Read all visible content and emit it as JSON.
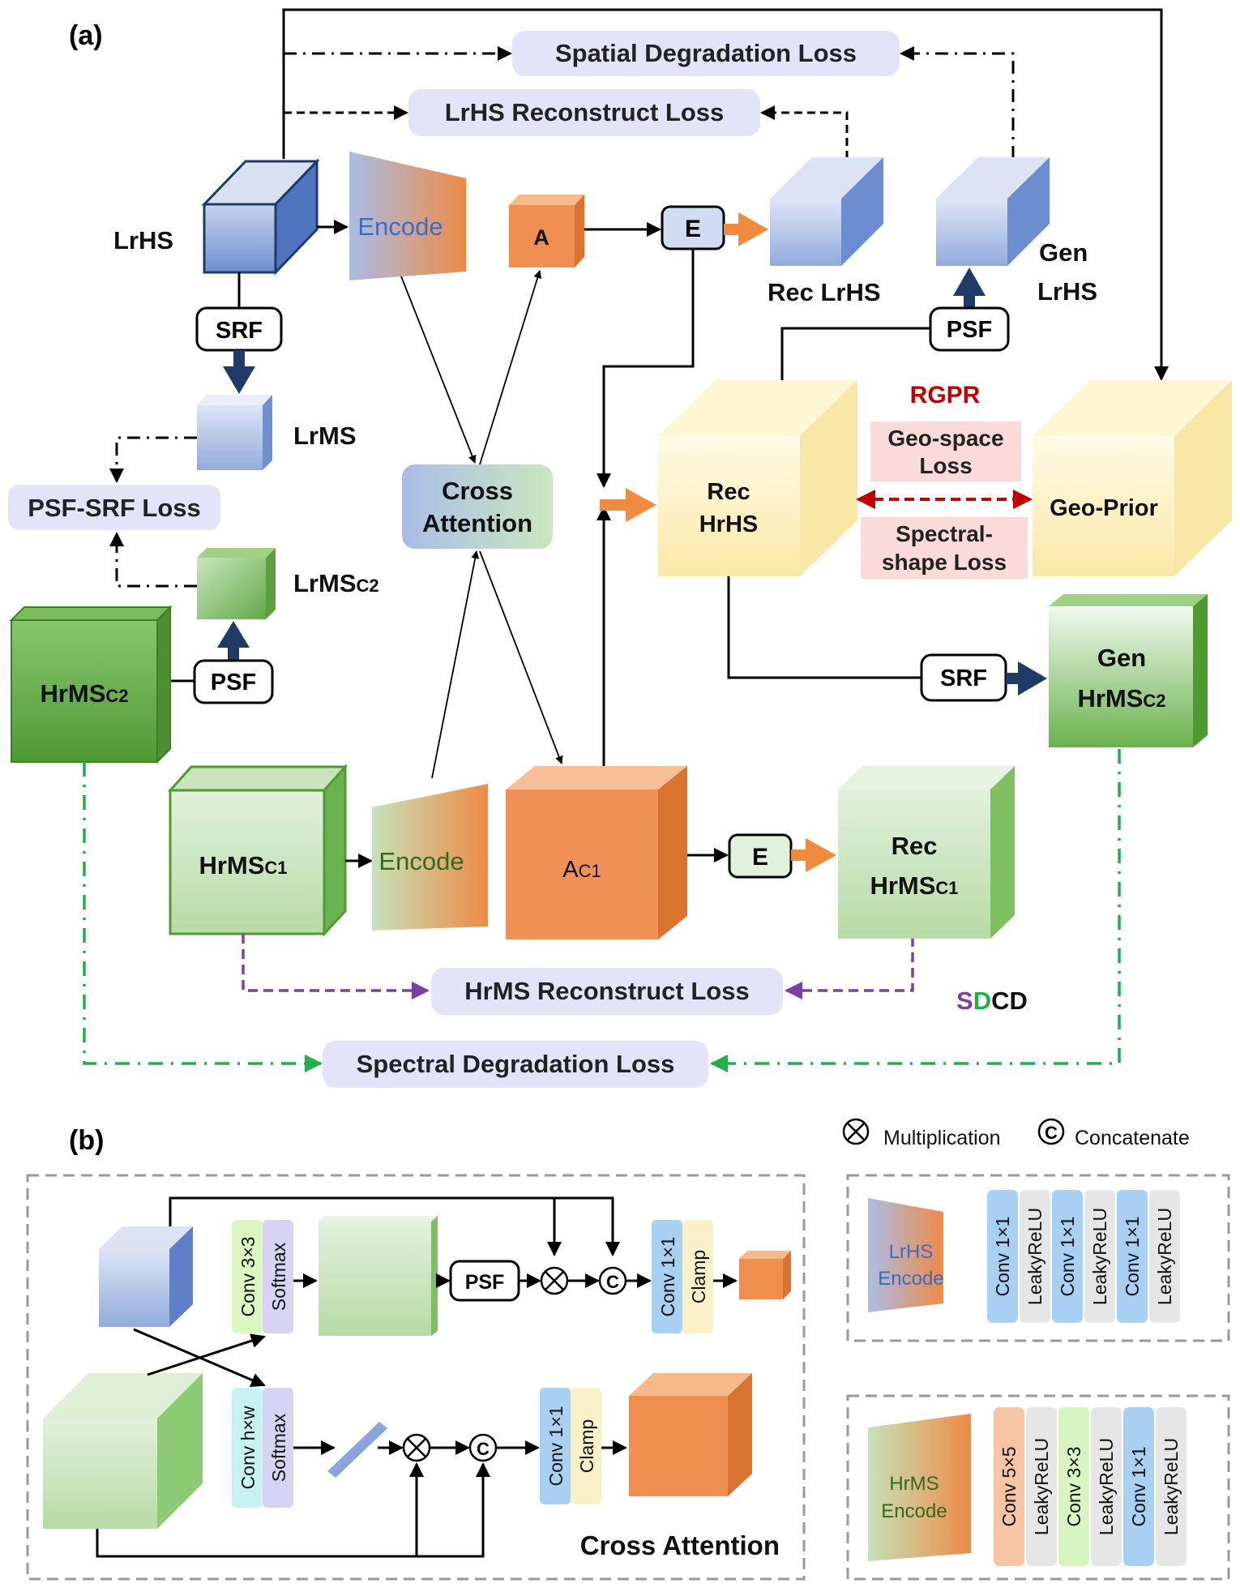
{
  "panel_a_label": "(a)",
  "panel_b_label": "(b)",
  "losses": {
    "spatial": "Spatial Degradation Loss",
    "lrhs_recon": "LrHS Reconstruct Loss",
    "psf_srf": "PSF-SRF Loss",
    "hrms_recon": "HrMS Reconstruct Loss",
    "spectral": "Spectral Degradation Loss",
    "geo_space": [
      "Geo-space",
      "Loss"
    ],
    "spectral_shape": [
      "Spectral-",
      "shape Loss"
    ]
  },
  "labels": {
    "lrhs": "LrHS",
    "lrms": "LrMS",
    "lrms_c2": "LrMS",
    "lrms_c2_sub": "C2",
    "hrms_c2": "HrMS",
    "hrms_c2_sub": "C2",
    "hrms_c1": "HrMS",
    "hrms_c1_sub": "C1",
    "rec_lrhs": "Rec LrHS",
    "gen_lrhs": [
      "Gen",
      "LrHS"
    ],
    "rec_hrhs": [
      "Rec",
      "HrHS"
    ],
    "geo_prior": "Geo-Prior",
    "rgpr": "RGPR",
    "gen_hrms_c2": [
      "Gen",
      "HrMS",
      "C2"
    ],
    "rec_hrms_c1": [
      "Rec",
      "HrMS",
      "C1"
    ],
    "a": "A",
    "ac1": "A",
    "ac1_sub": "C1",
    "e": "E",
    "encode": "Encode",
    "cross_attention": [
      "Cross",
      "Attention"
    ],
    "srf": "SRF",
    "psf": "PSF",
    "sdcd": [
      "S",
      "D",
      "CD"
    ]
  },
  "legend": {
    "multiplication": "Multiplication",
    "concatenate": "Concatenate",
    "mult_symbol": "⊗",
    "concat_symbol": "C"
  },
  "cross_attention_detail": {
    "title": "Cross Attention",
    "top_ops": [
      "Conv 3×3",
      "Softmax"
    ],
    "bottom_ops": [
      "Conv h×w",
      "Softmax"
    ],
    "top_out_ops": [
      "Conv 1×1",
      "Clamp"
    ],
    "bottom_out_ops": [
      "Conv 1×1",
      "Clamp"
    ],
    "psf": "PSF"
  },
  "encoders": {
    "lrhs_title": [
      "LrHS",
      "Encode"
    ],
    "lrhs_layers": [
      "Conv 1×1",
      "LeakyReLU",
      "Conv 1×1",
      "LeakyReLU",
      "Conv 1×1",
      "LeakyReLU"
    ],
    "hrms_title": [
      "HrMS",
      "Encode"
    ],
    "hrms_layers": [
      "Conv 5×5",
      "LeakyReLU",
      "Conv 3×3",
      "LeakyReLU",
      "Conv 1×1",
      "LeakyReLU"
    ]
  },
  "colors": {
    "loss_box": "#e3e3fa",
    "red_loss_box": "#fbdada",
    "orange": "#f0955a",
    "green": "#7cc163",
    "blue": "#6f8fd0",
    "yellow": "#fbefb5",
    "purple": "#7b3fa7",
    "loss_green": "#20b04a",
    "rgpr_red": "#c00000"
  }
}
